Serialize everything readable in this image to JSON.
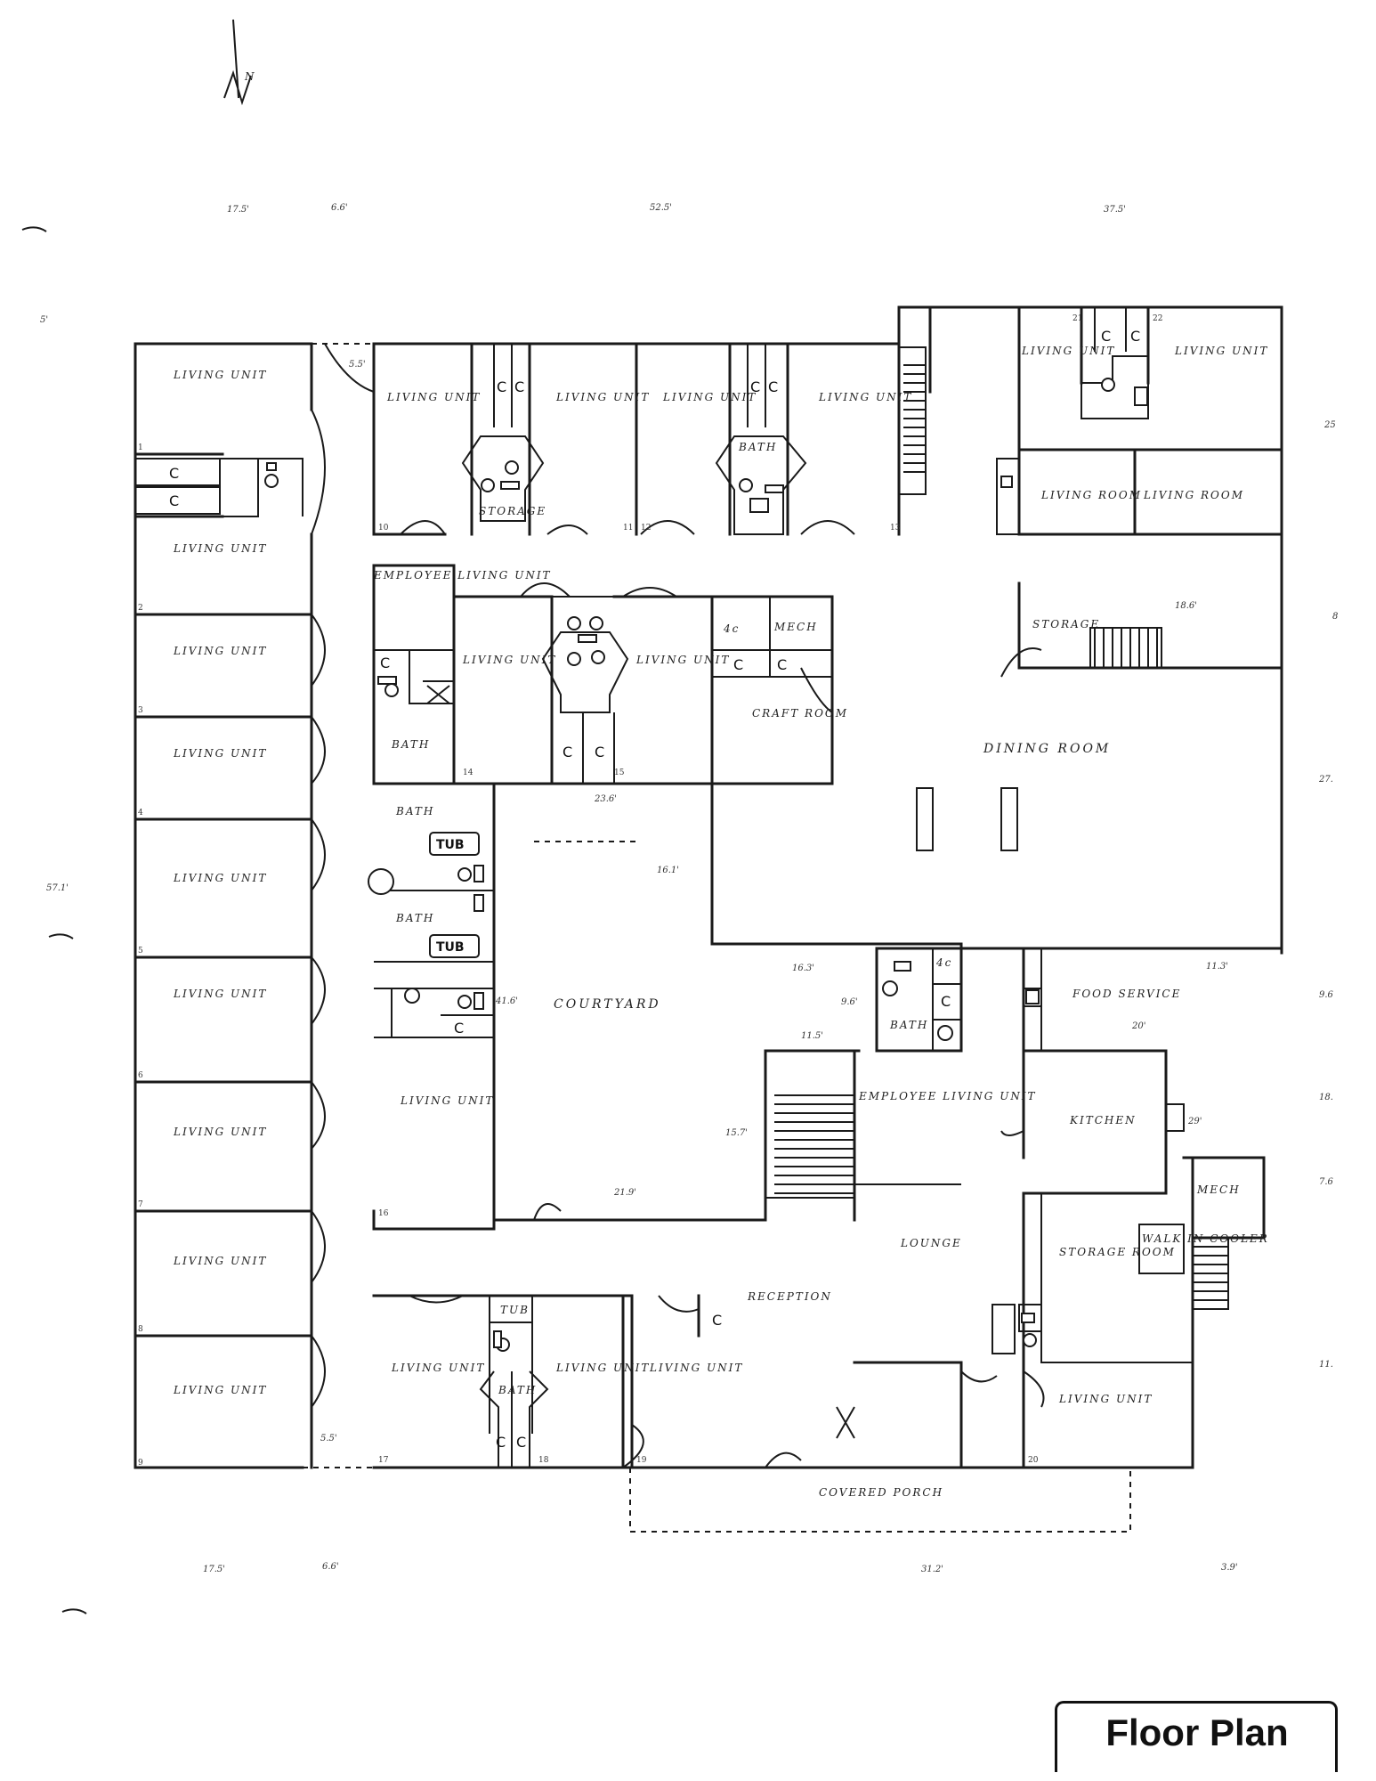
{
  "title": "Floor Plan",
  "north_marker": "N",
  "labels": {
    "living_unit": "LIVING UNIT",
    "bath": "BATH",
    "tub": "TUB",
    "storage": "STORAGE",
    "mech": "MECH",
    "closet": "C",
    "employee_living_unit": "EMPLOYEE LIVING UNIT",
    "craft_room": "CRAFT ROOM",
    "dining_room": "DINING ROOM",
    "courtyard": "COURTYARD",
    "living_room": "LIVING ROOM",
    "kitchen": "KITCHEN",
    "food_service": "FOOD SERVICE",
    "lounge": "LOUNGE",
    "reception": "RECEPTION",
    "storage_room": "STORAGE ROOM",
    "walk_in_cooler": "WALK IN COOLER",
    "covered_porch": "COVERED PORCH",
    "kitchen_4c": "4c"
  },
  "dimensions": {
    "top": [
      "17.5'",
      "6.6'",
      "52.5'",
      "37.5'"
    ],
    "bottom": [
      "17.5'",
      "6.6'",
      "31.2'",
      "3.9'"
    ],
    "left": [
      "5'",
      "57.1'"
    ],
    "right": [
      "25",
      "8",
      "27.",
      "9.6",
      "18.",
      "7.6",
      "11."
    ],
    "interior": [
      "5.5'",
      "18.6'",
      "23.6'",
      "16.1'",
      "16.3'",
      "9.6'",
      "11.5'",
      "11.3'",
      "41.6'",
      "15.7'",
      "21.9'",
      "5.5'",
      "20'",
      "29'"
    ]
  },
  "unit_numbers": [
    "1",
    "2",
    "3",
    "4",
    "5",
    "6",
    "7",
    "8",
    "9",
    "10",
    "11",
    "12",
    "13",
    "14",
    "15",
    "16",
    "17",
    "18",
    "19",
    "20",
    "21",
    "22"
  ]
}
